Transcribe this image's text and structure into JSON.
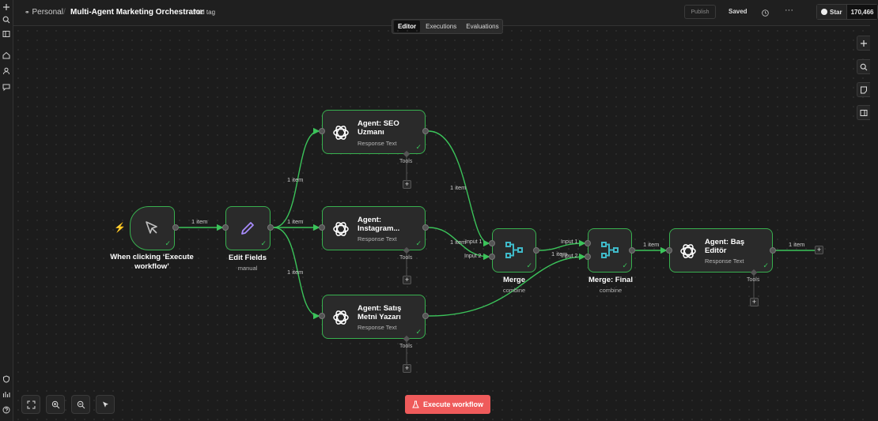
{
  "header": {
    "project": "Personal",
    "separator": "/",
    "workflow_name": "Multi-Agent Marketing Orchestrator",
    "add_tag": "+ Add tag",
    "publish": "Publish",
    "saved": "Saved",
    "more": "···",
    "github_star": "Star",
    "github_count": "170,466"
  },
  "tabs": [
    "Editor",
    "Executions",
    "Evaluations"
  ],
  "active_tab": "Editor",
  "nodes": {
    "trigger": {
      "title_line1": "When clicking ‘Execute",
      "title_line2": "workflow’"
    },
    "edit_fields": {
      "title": "Edit Fields",
      "sub": "manual"
    },
    "agent_seo": {
      "title_line1": "Agent: SEO",
      "title_line2": "Uzmanı",
      "sub": "Response Text",
      "tools": "Tools"
    },
    "agent_instagram": {
      "title_line1": "Agent:",
      "title_line2": "Instagram...",
      "sub": "Response Text",
      "tools": "Tools"
    },
    "agent_satis": {
      "title_line1": "Agent: Satış",
      "title_line2": "Metni Yazarı",
      "sub": "Response Text",
      "tools": "Tools"
    },
    "merge": {
      "title": "Merge",
      "sub": "combine",
      "input1": "Input 1",
      "input2": "Input 2"
    },
    "merge_final": {
      "title": "Merge: Final",
      "sub": "combine",
      "input1": "Input 1",
      "input2": "Input 2"
    },
    "agent_bas": {
      "title_line1": "Agent: Baş",
      "title_line2": "Editör",
      "sub": "Response Text",
      "tools": "Tools"
    }
  },
  "edge_labels": {
    "trigger_to_edit": "1 item",
    "edit_to_seo": "1 item",
    "edit_to_instagram": "1 item",
    "edit_to_satis": "1 item",
    "seo_to_merge": "1 item",
    "instagram_to_merge": "1 item",
    "merge_to_final": "1 item",
    "final_to_bas": "1 item",
    "bas_out": "1 item"
  },
  "execute_button": "Execute workflow",
  "colors": {
    "accent_success": "#3bc35a",
    "execute": "#ef5b5b",
    "trigger_bolt": "#ef5b5b",
    "merge_icon": "#3fbac9"
  },
  "icons": {
    "trigger": "cursor-pointer-icon",
    "edit_fields": "pencil-icon",
    "agent": "openai-icon",
    "merge": "merge-icon"
  }
}
